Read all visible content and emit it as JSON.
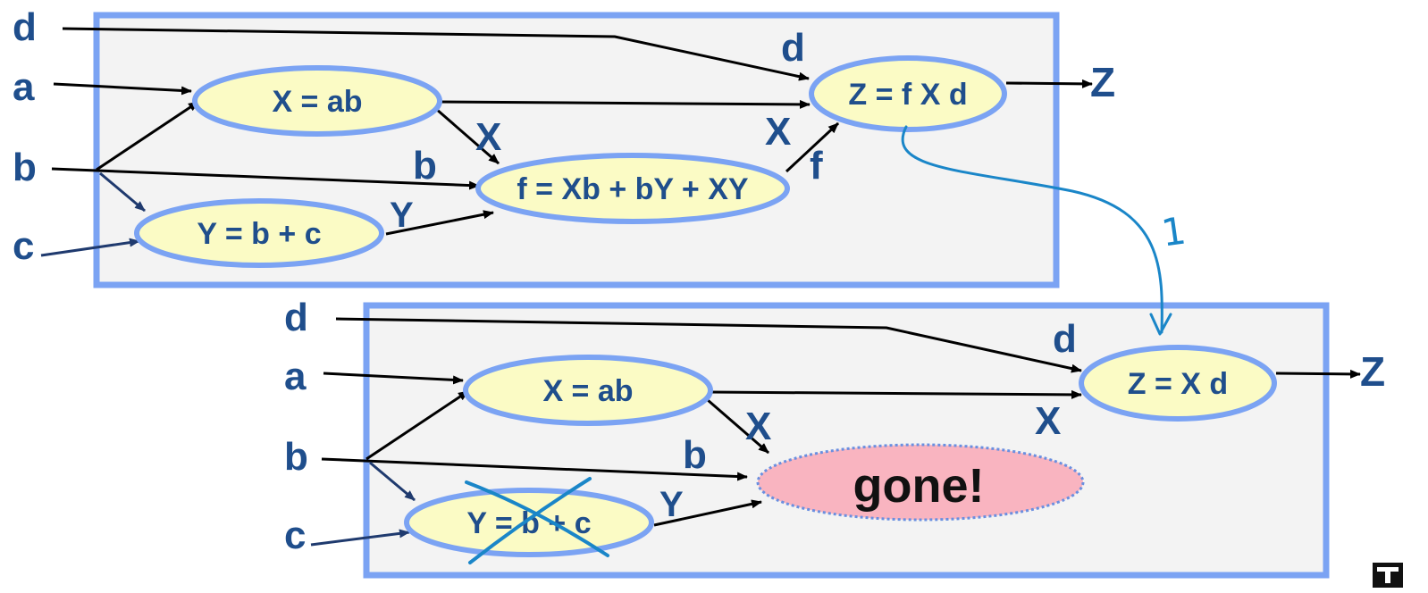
{
  "colors": {
    "box_fill": "#f3f3f3",
    "box_border": "#7ba3f3",
    "node_fill": "#fbfbc5",
    "node_border": "#7ba3f3",
    "label": "#1f4e8c",
    "gone_fill": "#f9b4c0",
    "annotation": "#1a86c8"
  },
  "top": {
    "inputs": {
      "d": "d",
      "a": "a",
      "b": "b",
      "c": "c"
    },
    "nodes": {
      "x": "X = ab",
      "y": "Y = b + c",
      "f": "f = Xb + bY + XY",
      "z": "Z = f X d"
    },
    "edge_labels": {
      "d": "d",
      "x1": "X",
      "x2": "X",
      "b": "b",
      "y": "Y",
      "f": "f"
    },
    "output": "Z"
  },
  "bottom": {
    "inputs": {
      "d": "d",
      "a": "a",
      "b": "b",
      "c": "c"
    },
    "nodes": {
      "x": "X = ab",
      "y": "Y = b + c",
      "gone": "gone!",
      "z": "Z = X d"
    },
    "edge_labels": {
      "d": "d",
      "x1": "X",
      "x2": "X",
      "b": "b",
      "y": "Y"
    },
    "output": "Z"
  },
  "annotation": {
    "label": "1"
  }
}
